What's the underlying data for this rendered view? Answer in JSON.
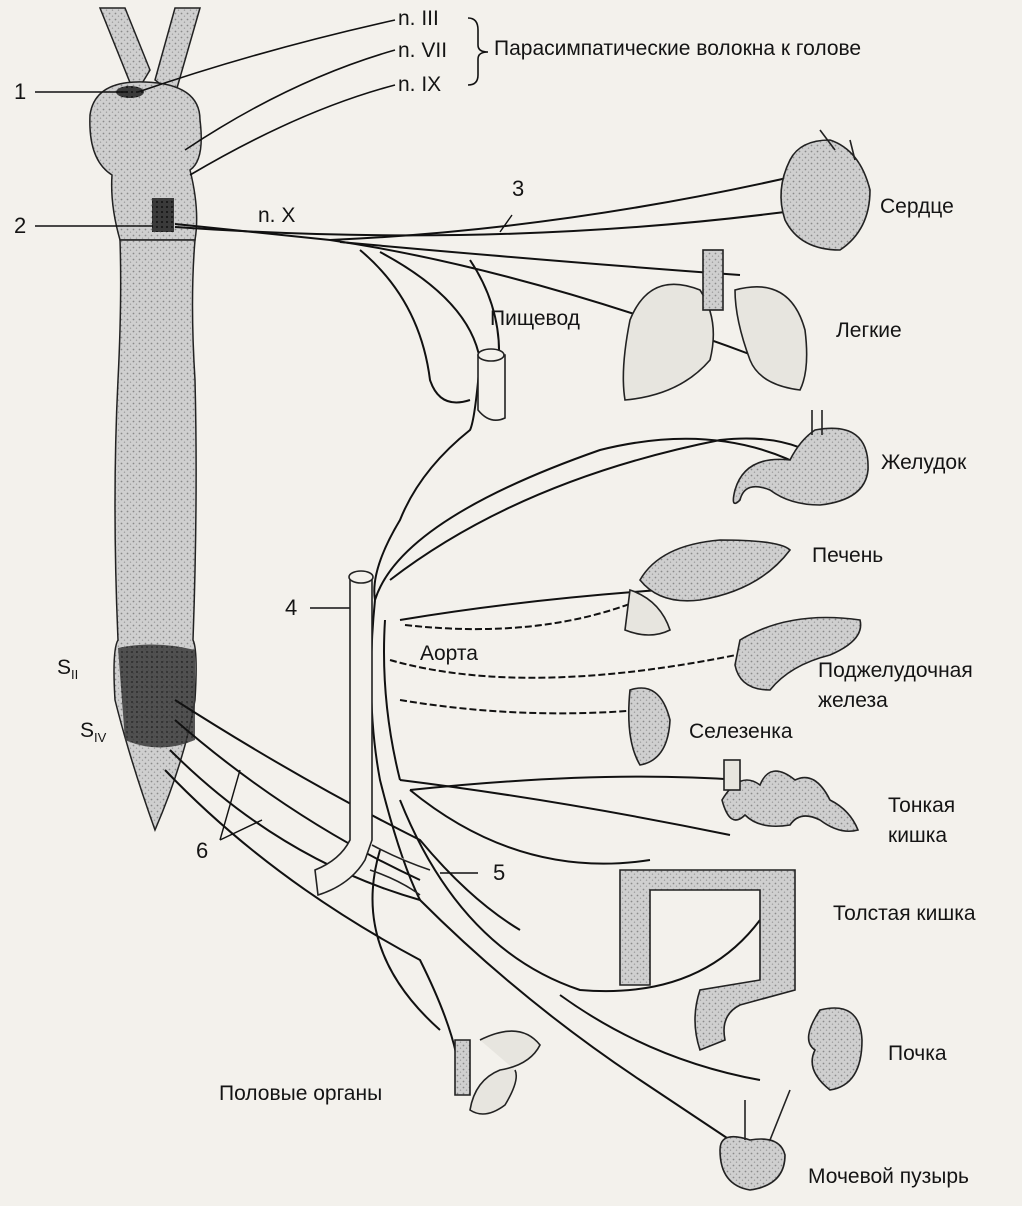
{
  "nerves": {
    "cn3": "n. III",
    "cn7": "n. VII",
    "cn9": "n. IX",
    "cn10": "n. X",
    "parasympathetic_head": "Парасимпатические волокна к голове"
  },
  "numbers": {
    "n1": "1",
    "n2": "2",
    "n3": "3",
    "n4": "4",
    "n5": "5",
    "n6": "6"
  },
  "spinal": {
    "s2_main": "S",
    "s2_sub": "II",
    "s4_main": "S",
    "s4_sub": "IV"
  },
  "organs": {
    "heart": "Сердце",
    "lungs": "Легкие",
    "esophagus": "Пищевод",
    "stomach": "Желудок",
    "liver": "Печень",
    "aorta": "Аорта",
    "pancreas_line1": "Поджелудочная",
    "pancreas_line2": "железа",
    "spleen": "Селезенка",
    "small_intestine_line1": "Тонкая",
    "small_intestine_line2": "кишка",
    "large_intestine": "Толстая кишка",
    "kidney": "Почка",
    "genitals": "Половые органы",
    "bladder": "Мочевой пузырь"
  }
}
